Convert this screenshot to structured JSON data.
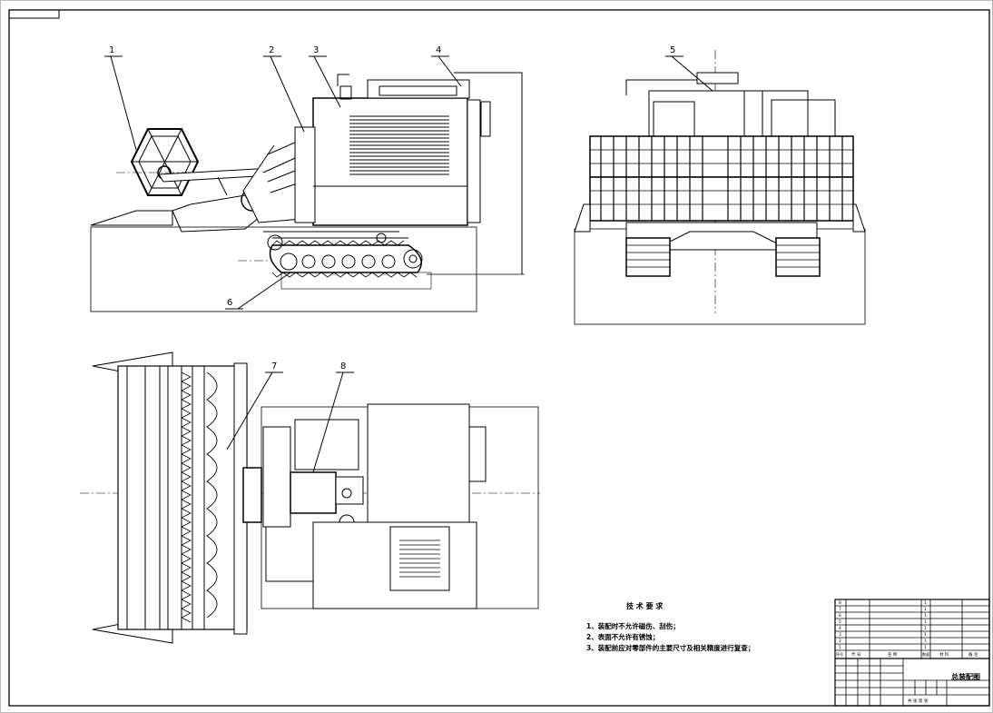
{
  "balloons": [
    {
      "id": "balloon-1",
      "label": "1"
    },
    {
      "id": "balloon-2",
      "label": "2"
    },
    {
      "id": "balloon-3",
      "label": "3"
    },
    {
      "id": "balloon-4",
      "label": "4"
    },
    {
      "id": "balloon-5",
      "label": "5"
    },
    {
      "id": "balloon-6",
      "label": "6"
    },
    {
      "id": "balloon-7",
      "label": "7"
    },
    {
      "id": "balloon-8",
      "label": "8"
    }
  ],
  "tech": {
    "title": "技 术 要 求",
    "lines": [
      "1、装配时不允许磁伤、刮伤；",
      "2、表面不允许有锈蚀；",
      "3、装配前应对零部件的主要尺寸及相关精度进行复查；"
    ]
  },
  "bom": {
    "rows": [
      {
        "no": "8",
        "qty": "1"
      },
      {
        "no": "7",
        "qty": "1"
      },
      {
        "no": "6",
        "qty": "1"
      },
      {
        "no": "5",
        "qty": "1"
      },
      {
        "no": "4",
        "qty": "1"
      },
      {
        "no": "3",
        "qty": "1"
      },
      {
        "no": "2",
        "qty": "1"
      },
      {
        "no": "1",
        "qty": "1"
      }
    ],
    "header": {
      "no": "序号",
      "code": "代 号",
      "name": "名 称",
      "qty": "数量",
      "material": "材 料",
      "note": "备 注"
    }
  },
  "title_block": {
    "drawing_title": "总装配图",
    "scale_row": "共 张 第 张"
  }
}
